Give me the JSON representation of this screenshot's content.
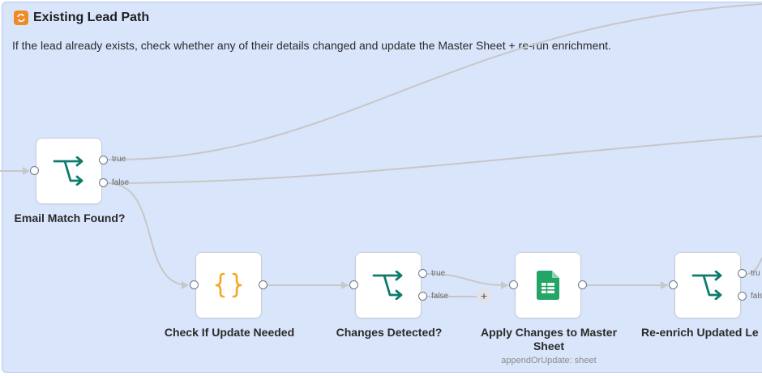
{
  "sticky": {
    "title": "Existing Lead Path",
    "description": "If the lead already exists, check whether any of their details changed and update the Master Sheet + re-run enrichment.",
    "color": "#d9e5fb"
  },
  "nodes": {
    "email_match": {
      "label": "Email Match Found?",
      "icon": "if-branch-icon",
      "out_true": "true",
      "out_false": "false"
    },
    "check_update": {
      "label": "Check If Update Needed",
      "icon": "code-braces-icon"
    },
    "changes_detected": {
      "label": "Changes Detected?",
      "icon": "if-branch-icon",
      "out_true": "true",
      "out_false": "false"
    },
    "apply_changes": {
      "label_line1": "Apply Changes to Master",
      "label_line2": "Sheet",
      "subtitle": "appendOrUpdate: sheet",
      "icon": "google-sheets-icon"
    },
    "reenrich": {
      "label": "Re-enrich Updated Le",
      "icon": "if-branch-icon",
      "out_true": "tru",
      "out_false": "fals"
    }
  },
  "add_button": "+",
  "colors": {
    "if_icon": "#0f7b6c",
    "code_icon": "#f5a623",
    "sheets": "#23a566",
    "edge": "#c7c7c7",
    "node_border": "#c9ccd3"
  }
}
